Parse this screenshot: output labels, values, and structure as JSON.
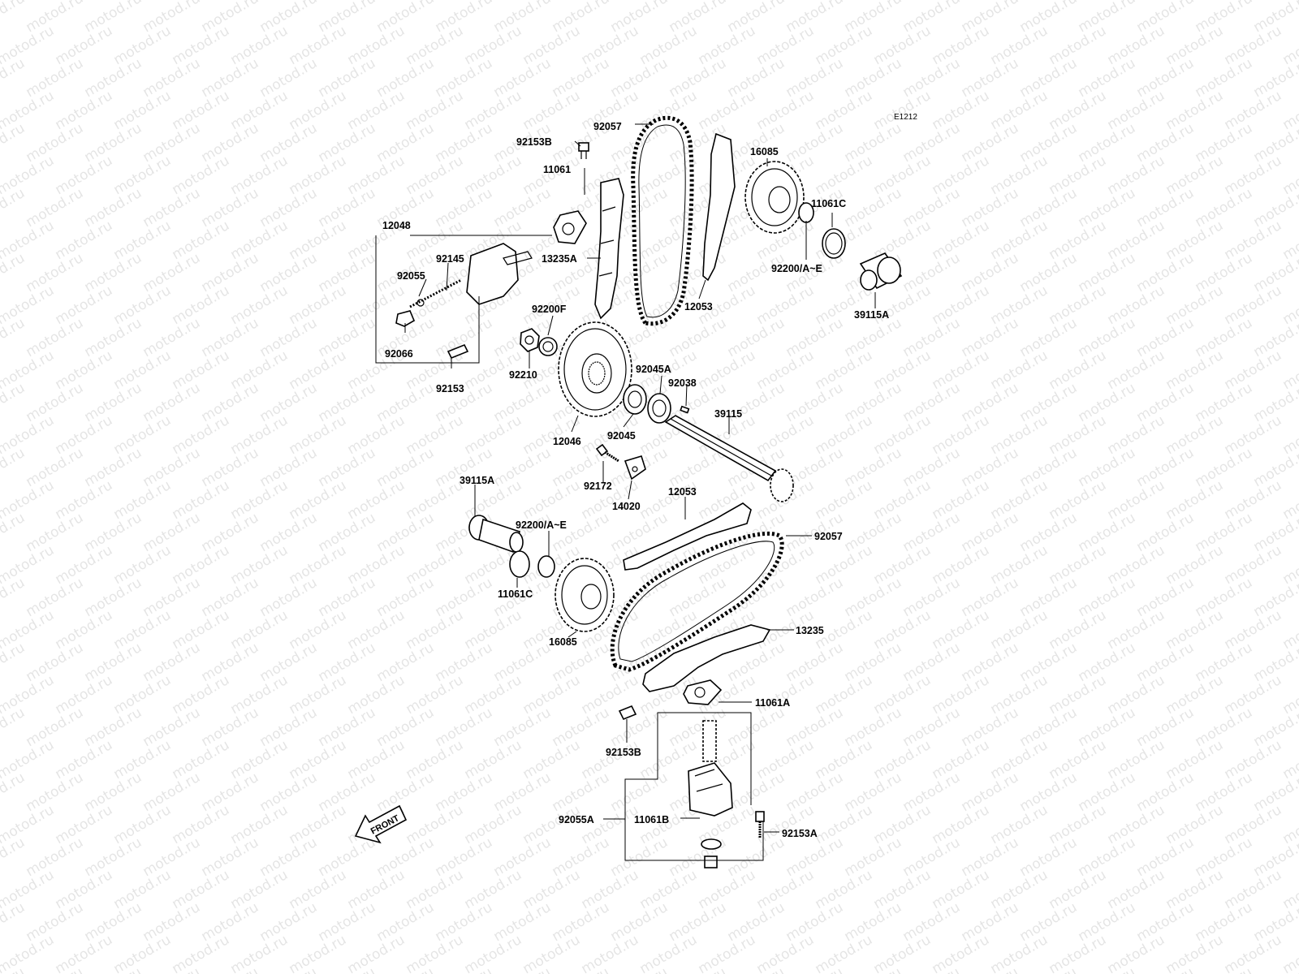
{
  "watermark": {
    "text": "motod.ru"
  },
  "diagram": {
    "code": "E1212",
    "front_label": "FRONT",
    "parts": [
      {
        "id": "p-92057-top",
        "label": "92057"
      },
      {
        "id": "p-92153B-top",
        "label": "92153B"
      },
      {
        "id": "p-11061",
        "label": "11061"
      },
      {
        "id": "p-12048",
        "label": "12048"
      },
      {
        "id": "p-92145",
        "label": "92145"
      },
      {
        "id": "p-92055",
        "label": "92055"
      },
      {
        "id": "p-92066",
        "label": "92066"
      },
      {
        "id": "p-92153",
        "label": "92153"
      },
      {
        "id": "p-13235A",
        "label": "13235A"
      },
      {
        "id": "p-12053-top",
        "label": "12053"
      },
      {
        "id": "p-16085-top",
        "label": "16085"
      },
      {
        "id": "p-11061C-top",
        "label": "11061C"
      },
      {
        "id": "p-92200AE-top",
        "label": "92200/A~E"
      },
      {
        "id": "p-39115A-top",
        "label": "39115A"
      },
      {
        "id": "p-92200F",
        "label": "92200F"
      },
      {
        "id": "p-92210",
        "label": "92210"
      },
      {
        "id": "p-12046",
        "label": "12046"
      },
      {
        "id": "p-92045A",
        "label": "92045A"
      },
      {
        "id": "p-92038",
        "label": "92038"
      },
      {
        "id": "p-92045",
        "label": "92045"
      },
      {
        "id": "p-39115",
        "label": "39115"
      },
      {
        "id": "p-92172",
        "label": "92172"
      },
      {
        "id": "p-14020",
        "label": "14020"
      },
      {
        "id": "p-39115A-bot",
        "label": "39115A"
      },
      {
        "id": "p-92200AE-bot",
        "label": "92200/A~E"
      },
      {
        "id": "p-11061C-bot",
        "label": "11061C"
      },
      {
        "id": "p-16085-bot",
        "label": "16085"
      },
      {
        "id": "p-12053-bot",
        "label": "12053"
      },
      {
        "id": "p-92057-bot",
        "label": "92057"
      },
      {
        "id": "p-13235",
        "label": "13235"
      },
      {
        "id": "p-11061A",
        "label": "11061A"
      },
      {
        "id": "p-92153B-bot",
        "label": "92153B"
      },
      {
        "id": "p-92055A",
        "label": "92055A"
      },
      {
        "id": "p-11061B",
        "label": "11061B"
      },
      {
        "id": "p-92153A",
        "label": "92153A"
      }
    ]
  }
}
